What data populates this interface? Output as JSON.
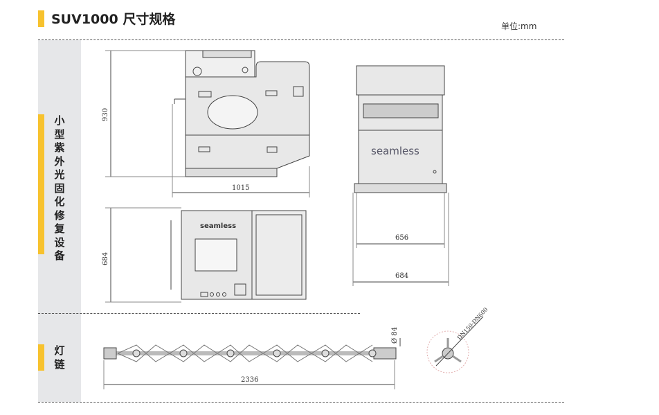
{
  "header": {
    "title": "SUV1000 尺寸规格",
    "unit": "单位:mm"
  },
  "sections": [
    {
      "label": "小型紫外光固化修复设备"
    },
    {
      "label": "灯链"
    }
  ],
  "drawings": {
    "brand": "seamless",
    "dims": {
      "front_height": "930",
      "front_width": "1015",
      "top_depth": "684",
      "side_inner": "656",
      "side_outer": "684",
      "chain_dia": "Ø 84",
      "chain_length": "2336",
      "pipe_range": "DN150-DN600"
    }
  },
  "colors": {
    "accent": "#f7c22e",
    "panel": "#e6e7e9"
  }
}
